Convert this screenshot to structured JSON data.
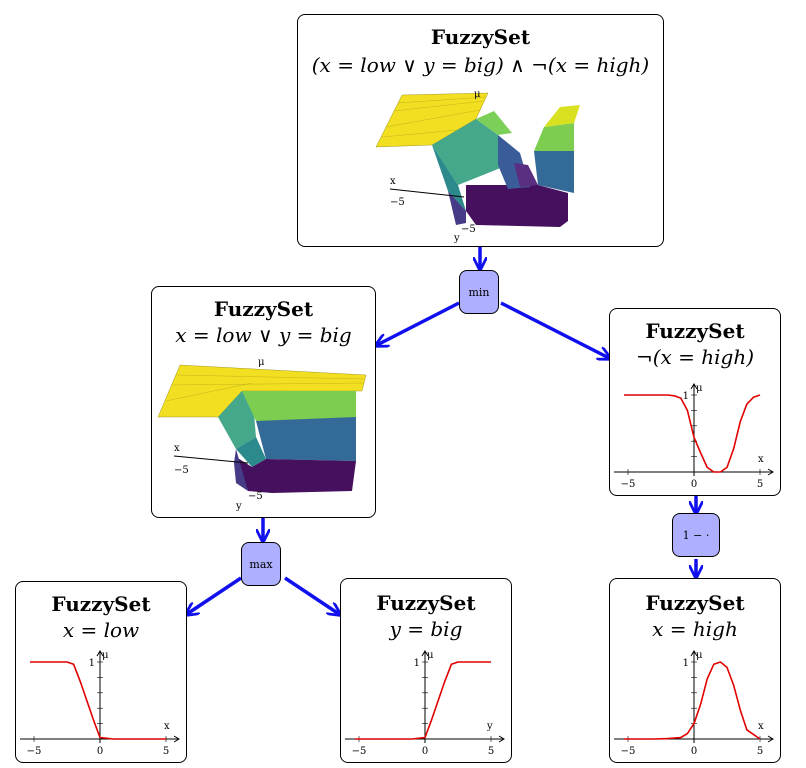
{
  "nodes": {
    "top": {
      "title": "FuzzySet",
      "expr": "(x = low ∨ y = big) ∧ ¬(x = high)"
    },
    "mid_left": {
      "title": "FuzzySet",
      "expr": "x = low ∨ y = big"
    },
    "not_high": {
      "title": "FuzzySet",
      "expr": "¬(x = high)"
    },
    "x_low": {
      "title": "FuzzySet",
      "expr": "x = low"
    },
    "y_big": {
      "title": "FuzzySet",
      "expr": "y = big"
    },
    "x_high": {
      "title": "FuzzySet",
      "expr": "x = high"
    }
  },
  "operators": {
    "min": "min",
    "max": "max",
    "complement": "1 − ·"
  },
  "surface_labels": {
    "mu": "μ",
    "x": "x",
    "y": "y",
    "x_tick": "−5",
    "y_tick": "−5"
  },
  "colors": {
    "edge": "#1010ee",
    "op_fill": "#aeb0ff",
    "curve": "#e00000"
  },
  "chart_data": [
    {
      "type": "line",
      "xlabel": "x",
      "ylabel": "μ",
      "xticks": [
        "−5",
        "0",
        "5"
      ],
      "ytick": "1",
      "xlim": [
        -5,
        5
      ],
      "ylim": [
        0,
        1
      ],
      "x": [
        -5,
        -4,
        -3,
        -2,
        -1.5,
        -1,
        -0.5,
        0,
        0.5,
        1,
        1.5,
        2,
        2.5,
        3,
        3.5,
        4,
        4.5,
        5
      ],
      "y": [
        1,
        1,
        1,
        1,
        0.99,
        0.96,
        0.8,
        0.45,
        0.25,
        0.06,
        0.0,
        0.0,
        0.06,
        0.3,
        0.65,
        0.88,
        0.97,
        1
      ]
    },
    {
      "type": "line",
      "xlabel": "x",
      "ylabel": "μ",
      "xticks": [
        "−5",
        "0",
        "5"
      ],
      "ytick": "1",
      "xlim": [
        -5,
        5
      ],
      "ylim": [
        0,
        1
      ],
      "x": [
        -5,
        -4,
        -3,
        -2.5,
        -2,
        -1.5,
        -1,
        -0.5,
        0,
        1,
        5
      ],
      "y": [
        1,
        1,
        1,
        1,
        0.97,
        0.75,
        0.5,
        0.25,
        0.02,
        0,
        0
      ]
    },
    {
      "type": "line",
      "xlabel": "y",
      "ylabel": "μ",
      "xticks": [
        "−5",
        "0",
        "5"
      ],
      "ytick": "1",
      "xlim": [
        -5,
        5
      ],
      "ylim": [
        0,
        1
      ],
      "x": [
        -5,
        -1,
        0,
        0.5,
        1,
        1.5,
        2,
        2.5,
        3,
        5
      ],
      "y": [
        0,
        0,
        0.02,
        0.25,
        0.5,
        0.75,
        0.97,
        1,
        1,
        1
      ]
    },
    {
      "type": "line",
      "xlabel": "x",
      "ylabel": "μ",
      "xticks": [
        "−5",
        "0",
        "5"
      ],
      "ytick": "1",
      "xlim": [
        -5,
        5
      ],
      "ylim": [
        0,
        1
      ],
      "x": [
        -5,
        -3,
        -2,
        -1,
        -0.5,
        0,
        0.5,
        1,
        1.5,
        2,
        2.5,
        3,
        3.5,
        4,
        5
      ],
      "y": [
        0,
        0,
        0.005,
        0.02,
        0.07,
        0.2,
        0.45,
        0.78,
        0.97,
        1,
        0.93,
        0.7,
        0.38,
        0.12,
        0
      ]
    }
  ]
}
